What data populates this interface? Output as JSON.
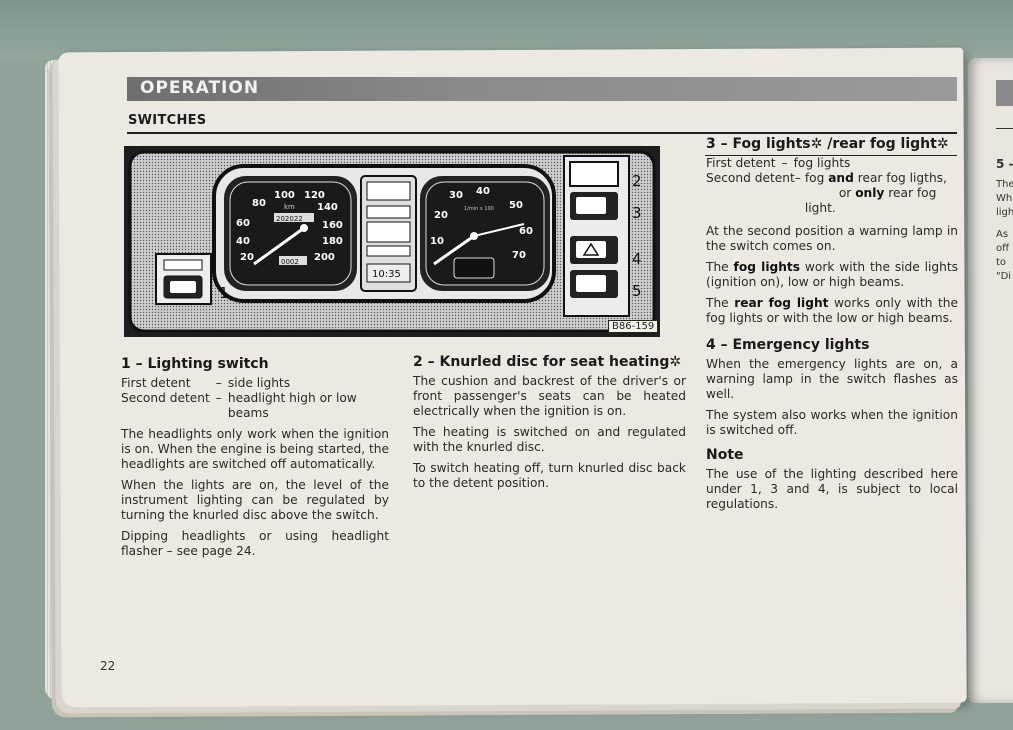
{
  "header": {
    "band_title": "OPERATION",
    "section_title": "SWITCHES"
  },
  "figure": {
    "label": "B86-159",
    "callouts": [
      "1",
      "2",
      "3",
      "4",
      "5"
    ],
    "speedo": {
      "ticks": [
        "60",
        "80",
        "100",
        "120",
        "140",
        "160",
        "180",
        "200",
        "40",
        "20"
      ],
      "unit": "km",
      "odometer": "202022",
      "trip": "0002"
    },
    "tacho": {
      "ticks": [
        "10",
        "20",
        "30",
        "40",
        "50",
        "60",
        "70"
      ],
      "unit": "1/min x 100"
    },
    "clock": "10:35"
  },
  "col1": {
    "heading": "1 – Lighting switch",
    "detents": [
      {
        "label": "First detent",
        "dash": "–",
        "value": "side lights"
      },
      {
        "label": "Second detent",
        "dash": "–",
        "value": "headlight high or low beams"
      }
    ],
    "p1": "The headlights only work when the ignition is on. When the engine is being started, the headlights are switched off automatically.",
    "p2": "When the lights are on, the level of the instrument lighting can be regulated by turning the knurled disc above the switch.",
    "p3": "Dipping headlights or using headlight flasher – see page 24."
  },
  "col2": {
    "heading": "2 – Knurled disc for seat heating✲",
    "p1": "The cushion and backrest of the driver's or front passenger's seats can be heated electrically when the ignition is on.",
    "p2": "The heating is switched on and regulated with the knurled disc.",
    "p3": "To switch heating off, turn knurled disc back to the detent position."
  },
  "col3": {
    "heading": "3 – Fog lights✲ /rear fog light✲",
    "detent1_label": "First detent",
    "detent1_dash": "–",
    "detent1_value": "fog lights",
    "detent2_label": "Second detent–",
    "detent2_a": "fog",
    "detent2_b": "and",
    "detent2_c": "rear fog ligths,",
    "detent2_d": "or",
    "detent2_e": "only",
    "detent2_f": "rear fog light.",
    "p1": "At the second position a warning lamp in the switch comes on.",
    "p2a": "The",
    "p2b": "fog lights",
    "p2c": "work with the side lights (ignition on), low or high beams.",
    "p3a": "The",
    "p3b": "rear fog light",
    "p3c": "works only with the fog lights or with the low or high beams.",
    "heading2": "4 – Emergency lights",
    "p4": "When the emergency lights are on, a warning lamp in the switch flashes as well.",
    "p5": "The system also works when the ignition is switched off.",
    "note_heading": "Note",
    "note": "The use of the lighting described here under 1, 3 and 4, is subject to local regulations."
  },
  "next_page": {
    "fragment_heading": "5 -",
    "fragments": [
      "The",
      "Wh",
      "ligh",
      "As",
      "off",
      "to",
      "\"Di"
    ]
  },
  "page_number": "22"
}
